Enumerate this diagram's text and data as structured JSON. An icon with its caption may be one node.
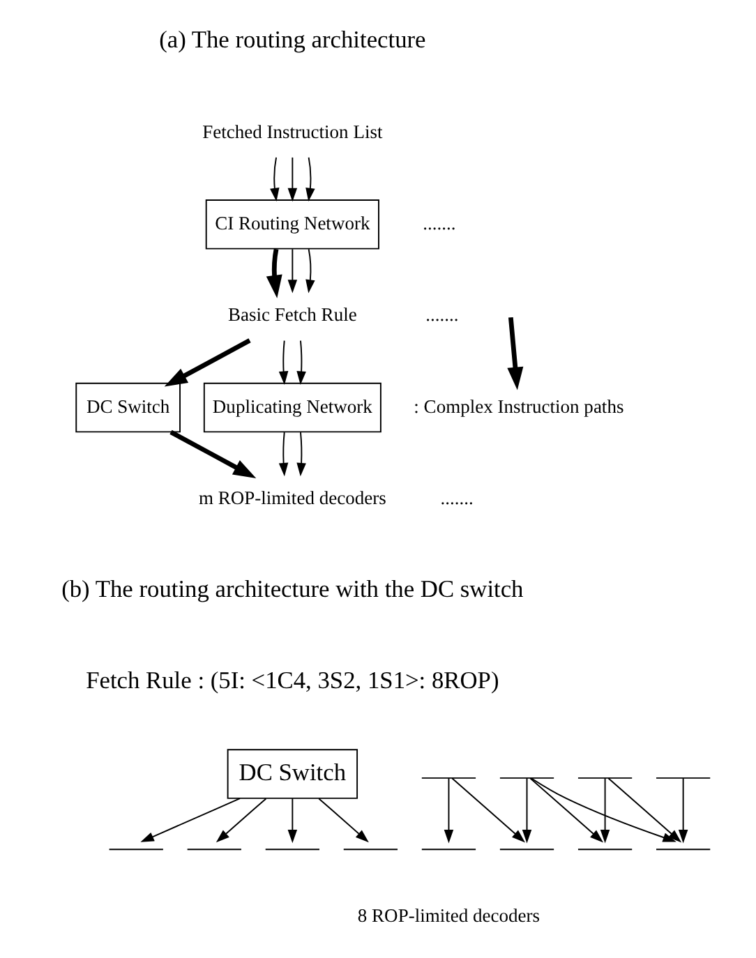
{
  "diagram": {
    "nodes": [
      {
        "text": [
          "Fetched Instruction List"
        ]
      },
      {
        "text": [
          "CI Routing Network"
        ]
      },
      {
        "text": [
          "Basic Fetch Rule"
        ]
      },
      {
        "text": [
          "DC Switch"
        ]
      },
      {
        "text": [
          "Duplicating Network"
        ]
      },
      {
        "text": [
          "m ROP-limited decoders"
        ]
      },
      {
        "text": [
          "DC Switch"
        ]
      },
      {
        "text": [],
        "shape": "bar"
      },
      {
        "text": [],
        "shape": "bar"
      },
      {
        "text": [],
        "shape": "bar"
      },
      {
        "text": [],
        "shape": "bar"
      },
      {
        "text": [],
        "shape": "bar"
      },
      {
        "text": [],
        "shape": "bar"
      },
      {
        "text": [],
        "shape": "bar"
      },
      {
        "text": [],
        "shape": "bar"
      },
      {
        "text": [],
        "shape": "bar"
      },
      {
        "text": [],
        "shape": "bar"
      },
      {
        "text": [],
        "shape": "bar"
      },
      {
        "text": [],
        "shape": "bar"
      }
    ],
    "edges": [
      {
        "from": 0,
        "to": 1,
        "arrow": "to"
      },
      {
        "from": 0,
        "to": 1,
        "arrow": "to"
      },
      {
        "from": 0,
        "to": 1,
        "arrow": "to"
      },
      {
        "from": 1,
        "to": 2,
        "arrow": "to",
        "style": "thick"
      },
      {
        "from": 1,
        "to": 2,
        "arrow": "to"
      },
      {
        "from": 1,
        "to": 2,
        "arrow": "to"
      },
      {
        "from": 2,
        "to": 3,
        "arrow": "to",
        "style": "thick"
      },
      {
        "from": 2,
        "to": 4,
        "arrow": "to"
      },
      {
        "from": 2,
        "to": 4,
        "arrow": "to"
      },
      {
        "from": 3,
        "to": 5,
        "arrow": "to",
        "style": "thick"
      },
      {
        "from": 4,
        "to": 5,
        "arrow": "to"
      },
      {
        "from": 4,
        "to": 5,
        "arrow": "to"
      },
      {
        "from": 6,
        "to": 11,
        "arrow": "to"
      },
      {
        "from": 6,
        "to": 12,
        "arrow": "to"
      },
      {
        "from": 6,
        "to": 13,
        "arrow": "to"
      },
      {
        "from": 6,
        "to": 14,
        "arrow": "to"
      },
      {
        "from": 7,
        "to": 15,
        "arrow": "to"
      },
      {
        "from": 7,
        "to": 16,
        "arrow": "to"
      },
      {
        "from": 8,
        "to": 16,
        "arrow": "to"
      },
      {
        "from": 8,
        "to": 17,
        "arrow": "to"
      },
      {
        "from": 8,
        "to": 18,
        "arrow": "to"
      },
      {
        "from": 9,
        "to": 17,
        "arrow": "to"
      },
      {
        "from": 9,
        "to": 18,
        "arrow": "to"
      },
      {
        "from": 10,
        "to": 18,
        "arrow": "to"
      }
    ],
    "labels": [
      "(a) The routing architecture",
      ".......",
      ".......",
      ".......",
      "(b) The routing architecture with the DC switch",
      "Fetch Rule : (5I: <1C4, 3S2, 1S1>: 8ROP)",
      "8 ROP-limited decoders"
    ],
    "legend": [
      {
        "text": ": Complex Instruction paths"
      }
    ]
  }
}
